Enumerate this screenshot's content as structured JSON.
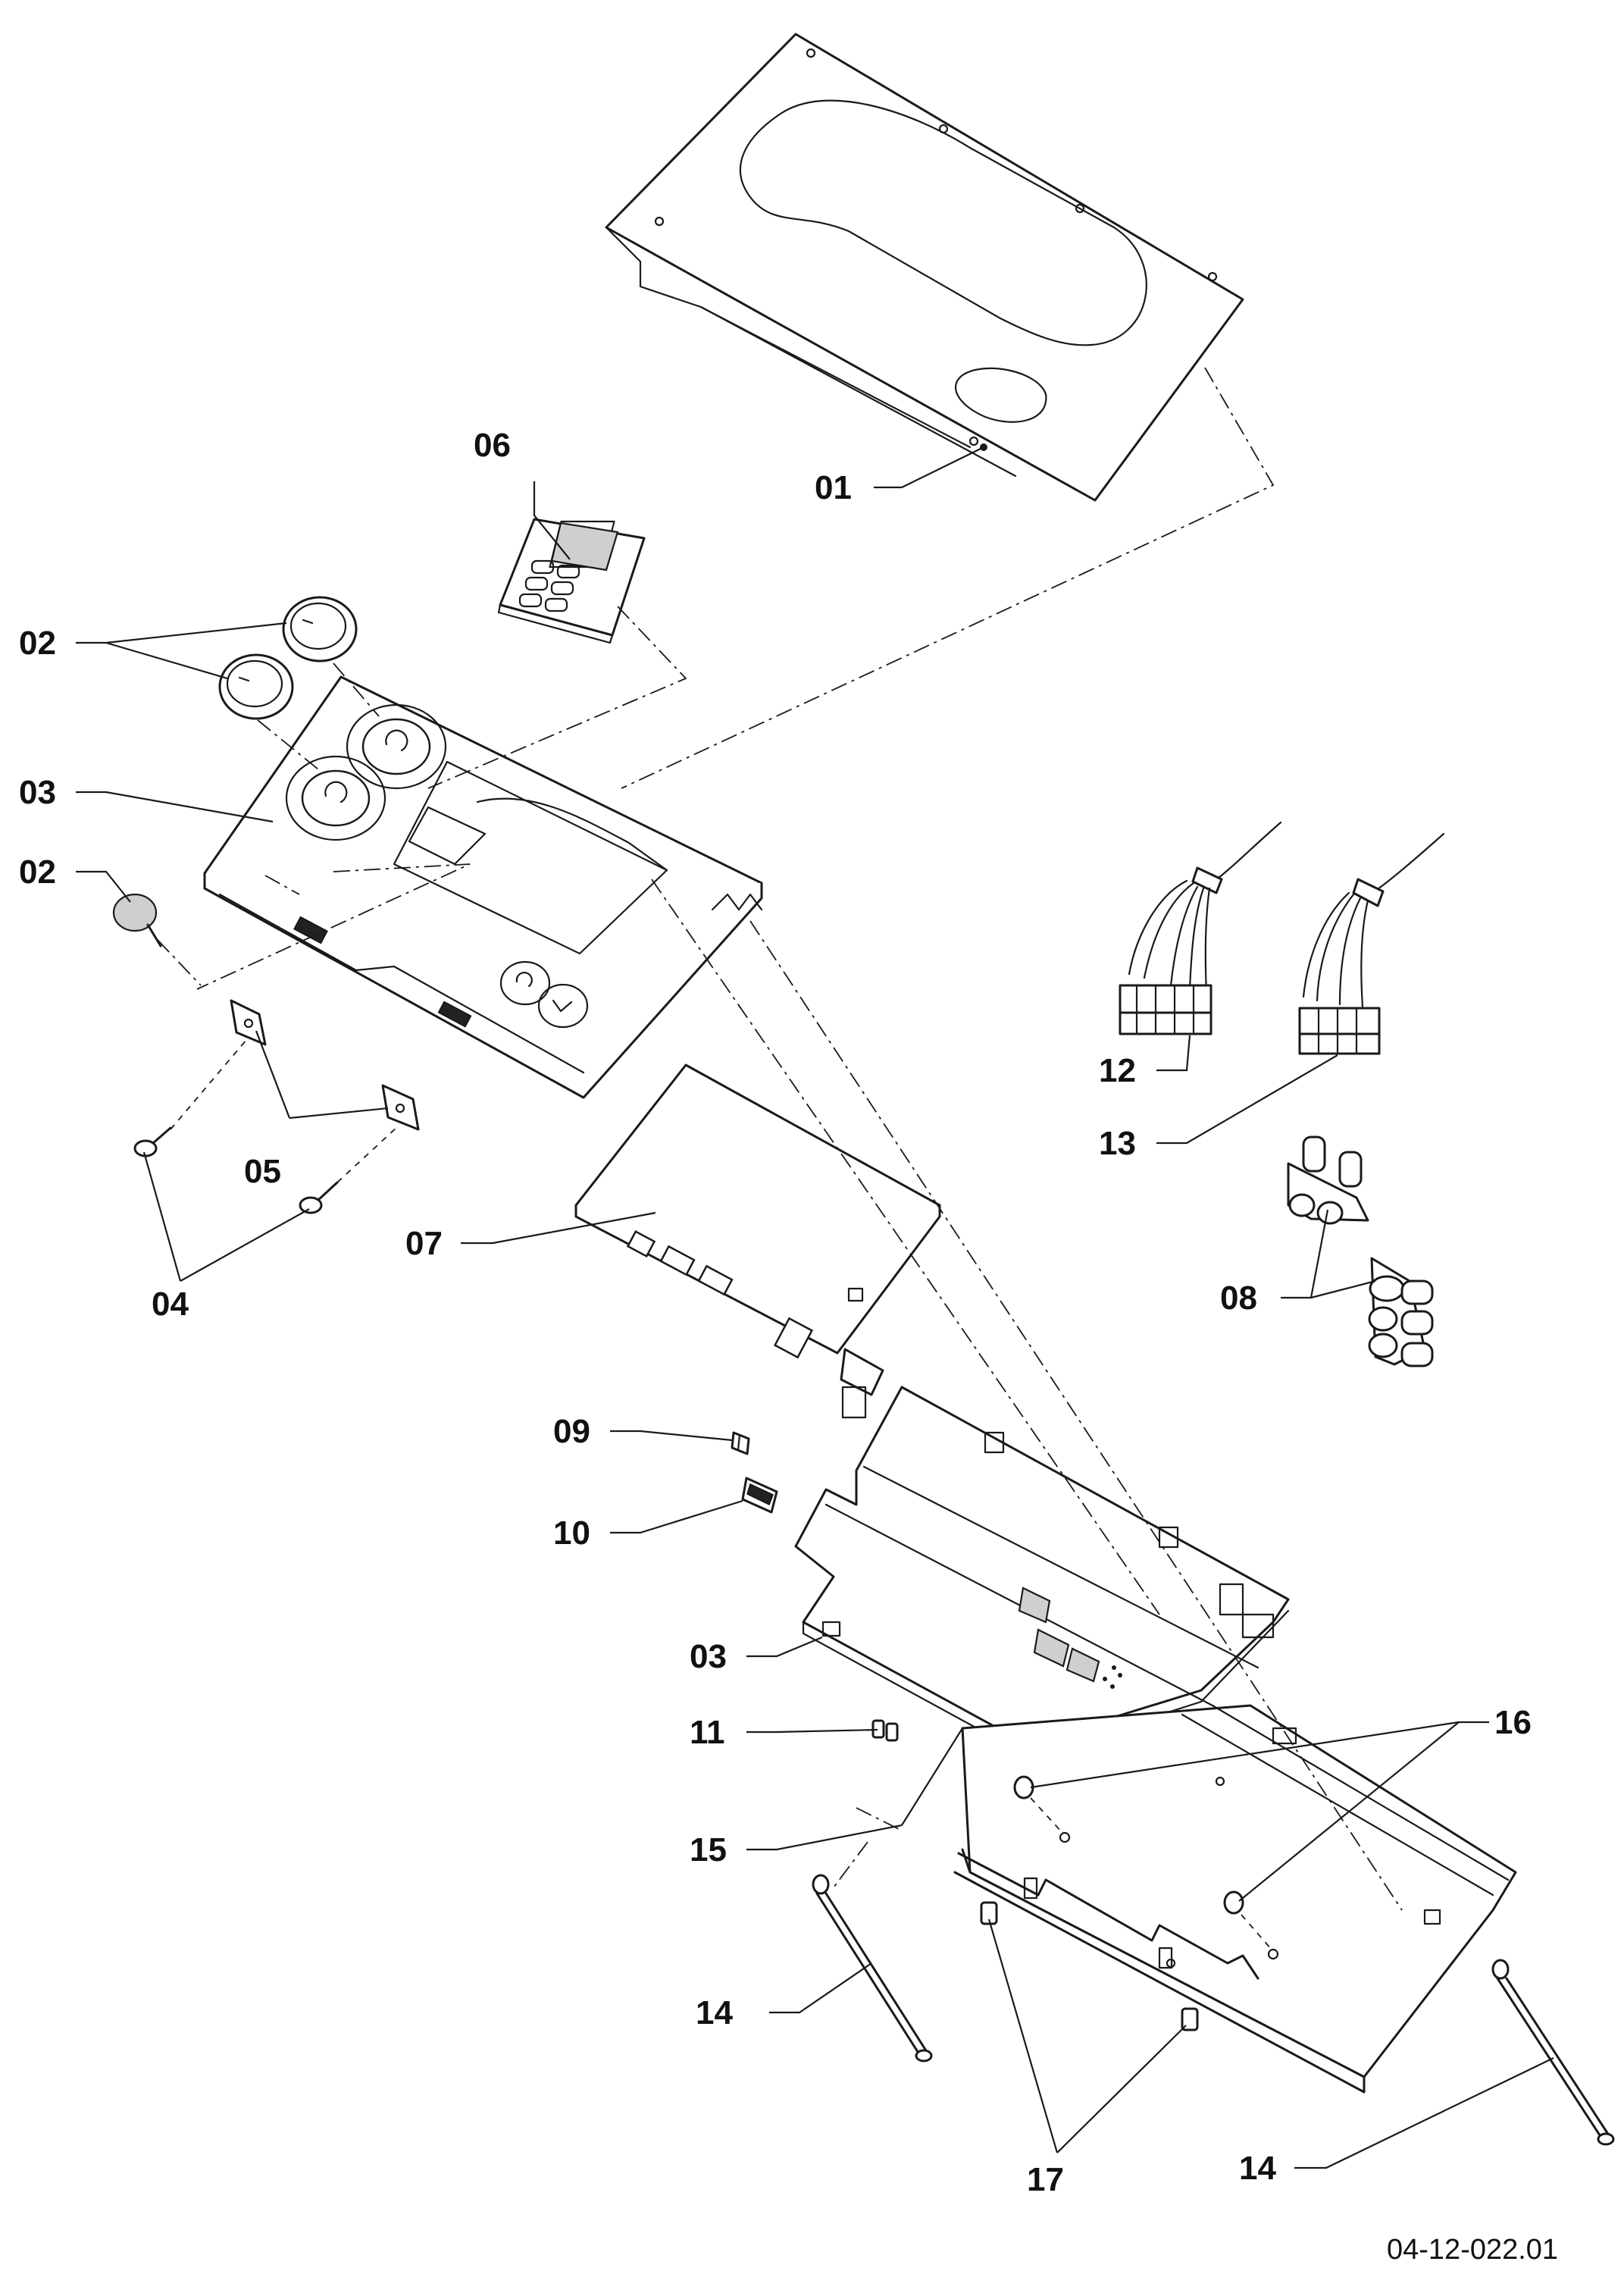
{
  "callouts": {
    "c01": "01",
    "c02a": "02",
    "c02b": "02",
    "c03a": "03",
    "c03b": "03",
    "c04": "04",
    "c05": "05",
    "c06": "06",
    "c07": "07",
    "c08": "08",
    "c09": "09",
    "c10": "10",
    "c11": "11",
    "c12": "12",
    "c13": "13",
    "c14a": "14",
    "c14b": "14",
    "c15": "15",
    "c16": "16",
    "c17": "17"
  },
  "drawing_ref": "04-12-022.01"
}
